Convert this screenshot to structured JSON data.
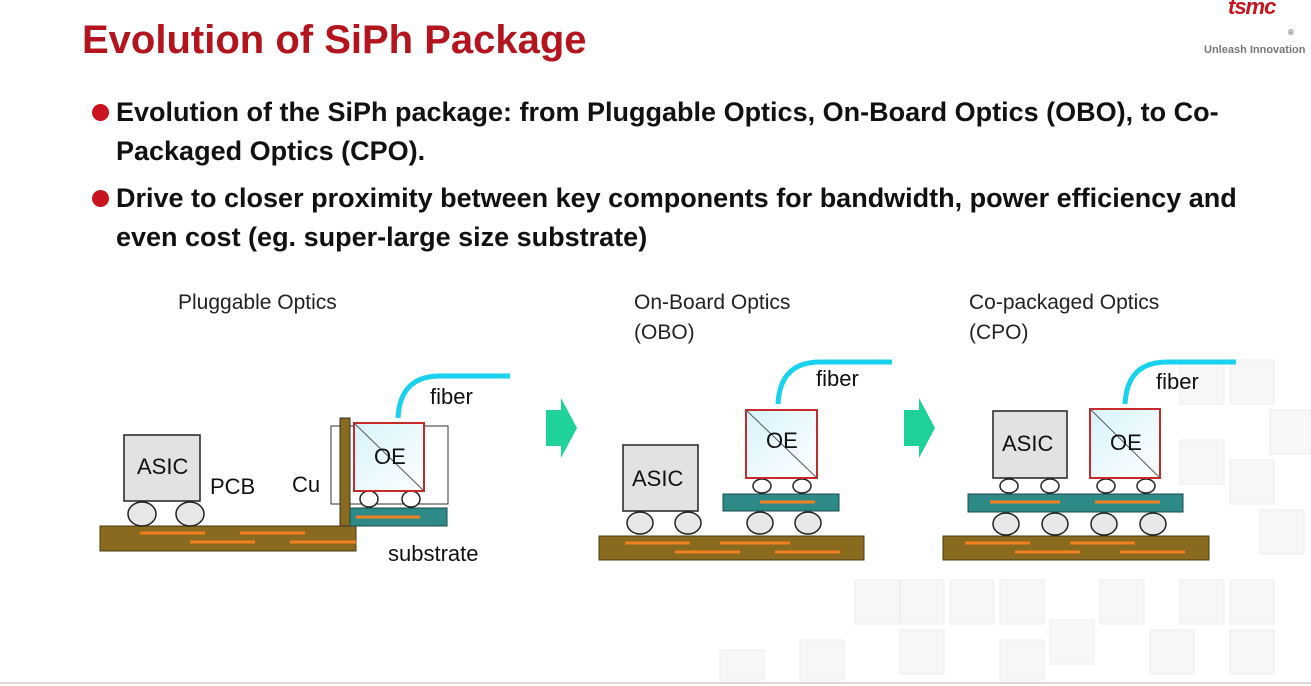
{
  "slide": {
    "title": "Evolution of SiPh Package",
    "logo_text": "tsmc",
    "logo_reg": "®",
    "tagline": "Unleash Innovation",
    "bullets": [
      "Evolution of the SiPh package: from Pluggable Optics, On-Board Optics (OBO), to Co-Packaged Optics (CPO).",
      "Drive to closer proximity between key components for bandwidth, power efficiency and even cost (eg. super-large size substrate)"
    ]
  },
  "diagrams": {
    "pluggable": {
      "title": "Pluggable Optics",
      "asic": "ASIC",
      "oe": "OE",
      "pcb": "PCB",
      "cu": "Cu",
      "fiber": "fiber",
      "substrate": "substrate"
    },
    "obo": {
      "title_line1": "On-Board Optics",
      "title_line2": "(OBO)",
      "asic": "ASIC",
      "oe": "OE",
      "fiber": "fiber"
    },
    "cpo": {
      "title_line1": "Co-packaged Optics",
      "title_line2": "(CPO)",
      "asic": "ASIC",
      "oe": "OE",
      "fiber": "fiber"
    }
  },
  "colors": {
    "title_red": "#b4141e",
    "bullet_red": "#c8141e",
    "pcb_brown": "#8a6a1e",
    "substrate_teal": "#2e8a86",
    "fiber_cyan": "#19d2f0",
    "arrow_green": "#1ed29a",
    "trace_orange": "#f08020"
  }
}
